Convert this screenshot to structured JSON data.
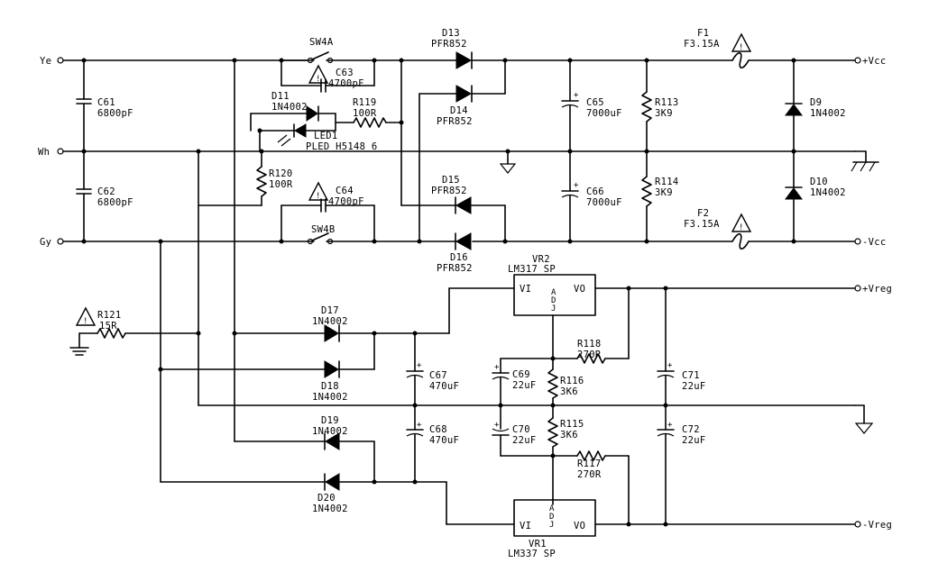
{
  "terminals": {
    "ye": "Ye",
    "wh": "Wh",
    "gy": "Gy",
    "vcc_pos": "+Vcc",
    "vcc_neg": "-Vcc",
    "vreg_pos": "+Vreg",
    "vreg_neg": "-Vreg"
  },
  "components": {
    "c61": {
      "ref": "C61",
      "value": "6800pF"
    },
    "c62": {
      "ref": "C62",
      "value": "6800pF"
    },
    "sw4a": {
      "ref": "SW4A"
    },
    "sw4b": {
      "ref": "SW4B"
    },
    "c63": {
      "ref": "C63",
      "value": "4700pF"
    },
    "c64": {
      "ref": "C64",
      "value": "4700pF"
    },
    "d11": {
      "ref": "D11",
      "value": "1N4002"
    },
    "r119": {
      "ref": "R119",
      "value": "100R"
    },
    "led1": {
      "ref": "LED1",
      "value": "PLED  H5148 6"
    },
    "r120": {
      "ref": "R120",
      "value": "100R"
    },
    "d13": {
      "ref": "D13",
      "value": "PFR852"
    },
    "d14": {
      "ref": "D14",
      "value": "PFR852"
    },
    "d15": {
      "ref": "D15",
      "value": "PFR852"
    },
    "d16": {
      "ref": "D16",
      "value": "PFR852"
    },
    "c65": {
      "ref": "C65",
      "value": "7000uF"
    },
    "c66": {
      "ref": "C66",
      "value": "7000uF"
    },
    "r113": {
      "ref": "R113",
      "value": "3K9"
    },
    "r114": {
      "ref": "R114",
      "value": "3K9"
    },
    "f1": {
      "ref": "F1",
      "value": "F3.15A"
    },
    "f2": {
      "ref": "F2",
      "value": "F3.15A"
    },
    "d9": {
      "ref": "D9",
      "value": "1N4002"
    },
    "d10": {
      "ref": "D10",
      "value": "1N4002"
    },
    "r121": {
      "ref": "R121",
      "value": "15R"
    },
    "d17": {
      "ref": "D17",
      "value": "1N4002"
    },
    "d18": {
      "ref": "D18",
      "value": "1N4002"
    },
    "d19": {
      "ref": "D19",
      "value": "1N4002"
    },
    "d20": {
      "ref": "D20",
      "value": "1N4002"
    },
    "c67": {
      "ref": "C67",
      "value": "470uF"
    },
    "c68": {
      "ref": "C68",
      "value": "470uF"
    },
    "vr2": {
      "ref": "VR2",
      "value": "LM317 SP",
      "vi": "VI",
      "vo": "VO",
      "adj": [
        "A",
        "D",
        "J"
      ]
    },
    "vr1": {
      "ref": "VR1",
      "value": "LM337 SP",
      "vi": "VI",
      "vo": "VO",
      "adj": [
        "A",
        "D",
        "J"
      ]
    },
    "c69": {
      "ref": "C69",
      "value": "22uF"
    },
    "c70": {
      "ref": "C70",
      "value": "22uF"
    },
    "r116": {
      "ref": "R116",
      "value": "3K6"
    },
    "r115": {
      "ref": "R115",
      "value": "3K6"
    },
    "r118": {
      "ref": "R118",
      "value": "270R"
    },
    "r117": {
      "ref": "R117",
      "value": "270R"
    },
    "c71": {
      "ref": "C71",
      "value": "22uF"
    },
    "c72": {
      "ref": "C72",
      "value": "22uF"
    }
  },
  "symbols": {
    "warning": "!",
    "plus": "+"
  }
}
